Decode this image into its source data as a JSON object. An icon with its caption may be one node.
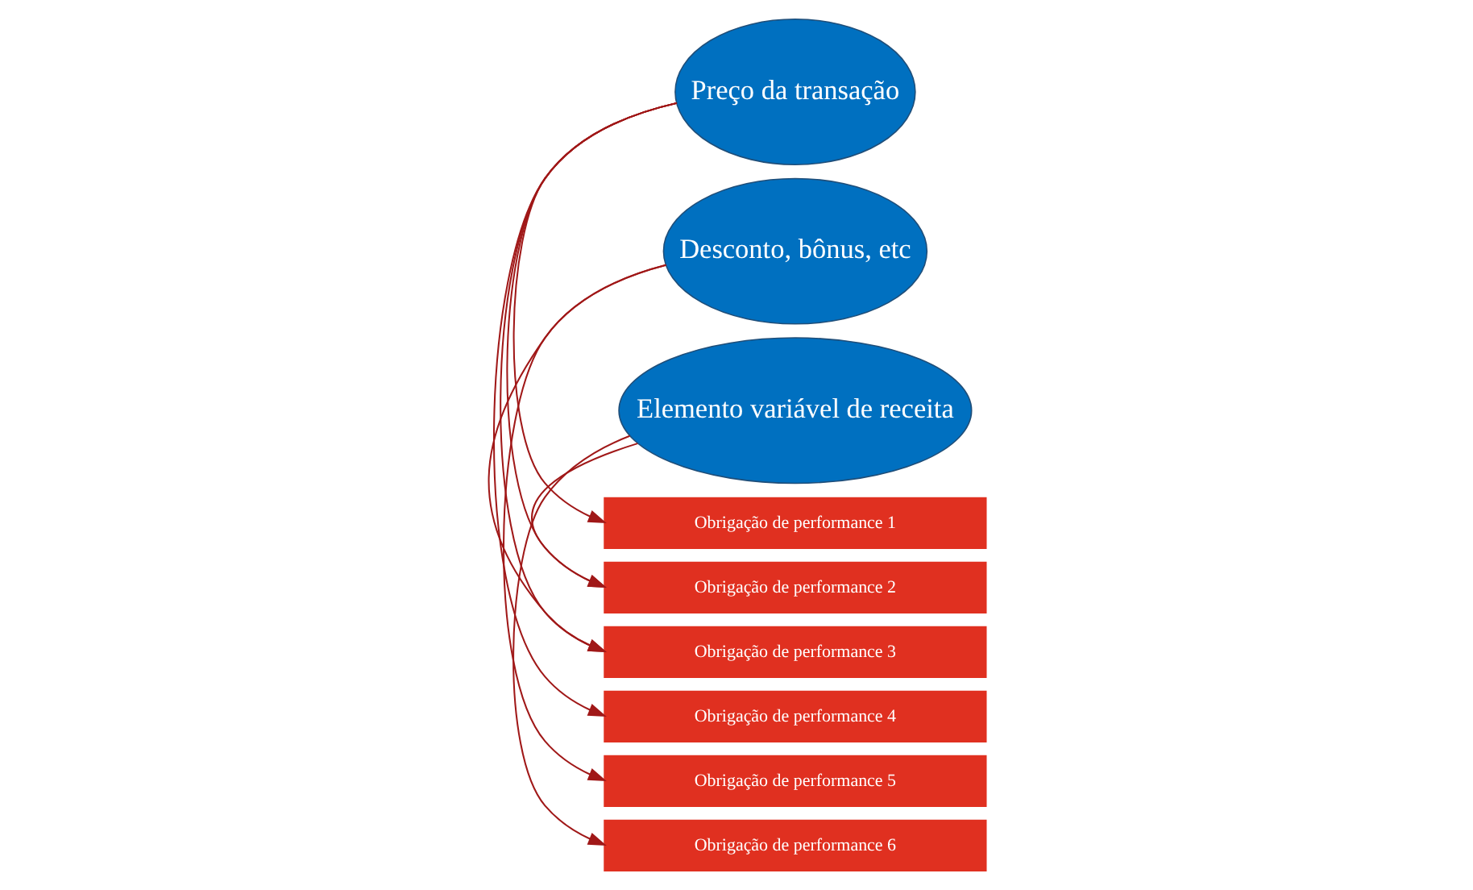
{
  "diagram": {
    "nodes": [
      {
        "text": [
          "Preço da transação"
        ]
      },
      {
        "text": [
          "Desconto, bônus, etc"
        ]
      },
      {
        "text": [
          "Elemento variável de receita"
        ]
      },
      {
        "text": [
          "Obrigação de performance 1"
        ]
      },
      {
        "text": [
          "Obrigação de performance 2"
        ]
      },
      {
        "text": [
          "Obrigação de performance 3"
        ]
      },
      {
        "text": [
          "Obrigação de performance 4"
        ]
      },
      {
        "text": [
          "Obrigação de performance 5"
        ]
      },
      {
        "text": [
          "Obrigação de performance 6"
        ]
      }
    ],
    "edges": [
      {
        "from": 0,
        "to": 3,
        "arrow": "to"
      },
      {
        "from": 0,
        "to": 4,
        "arrow": "to"
      },
      {
        "from": 0,
        "to": 5,
        "arrow": "to"
      },
      {
        "from": 0,
        "to": 6,
        "arrow": "to"
      },
      {
        "from": 1,
        "to": 5,
        "arrow": "to"
      },
      {
        "from": 1,
        "to": 7,
        "arrow": "to"
      },
      {
        "from": 2,
        "to": 4,
        "arrow": "to"
      },
      {
        "from": 2,
        "to": 8,
        "arrow": "to"
      }
    ]
  }
}
